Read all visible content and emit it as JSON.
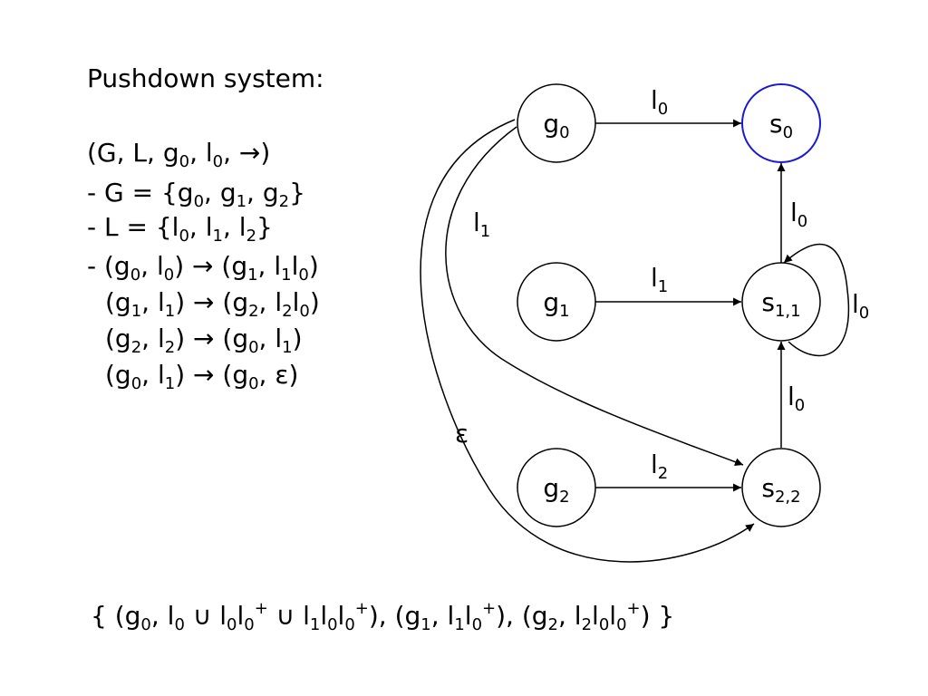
{
  "title": "Pushdown system:",
  "definition": {
    "tuple": "(G, L, g0, l0, →)",
    "G_set": "- G = {g0, g1, g2}",
    "L_set": "- L = {l0, l1, l2}",
    "rules": [
      "- (g0, l0) → (g1, l1l0)",
      "(g1, l1) → (g2, l2l0)",
      "(g2, l2) → (g0, l1)",
      "(g0, l1) → (g0, ε)"
    ]
  },
  "graph": {
    "nodes": [
      {
        "id": "g0",
        "label": "g0",
        "accent": false
      },
      {
        "id": "s0",
        "label": "s0",
        "accent": true
      },
      {
        "id": "g1",
        "label": "g1",
        "accent": false
      },
      {
        "id": "s11",
        "label": "s1,1",
        "accent": false
      },
      {
        "id": "g2",
        "label": "g2",
        "accent": false
      },
      {
        "id": "s22",
        "label": "s2,2",
        "accent": false
      }
    ],
    "edges": [
      {
        "from": "g0",
        "to": "s0",
        "label": "l0"
      },
      {
        "from": "s11",
        "to": "s0",
        "label": "l0"
      },
      {
        "from": "g1",
        "to": "s11",
        "label": "l1"
      },
      {
        "from": "s11",
        "to": "s11",
        "label": "l0"
      },
      {
        "from": "s22",
        "to": "s11",
        "label": "l0"
      },
      {
        "from": "g2",
        "to": "s22",
        "label": "l2"
      },
      {
        "from": "g0",
        "to": "s22",
        "label": "l1"
      },
      {
        "from": "g0",
        "to": "s22",
        "label": "ε"
      }
    ]
  },
  "result": "{ (g0, l0 ∪ l0l0+ ∪ l1l0l0+), (g1, l1l0+), (g2, l2l0l0+) }",
  "colors": {
    "accent_node": "#1a1ad0",
    "ink": "#000000",
    "background": "#ffffff"
  }
}
